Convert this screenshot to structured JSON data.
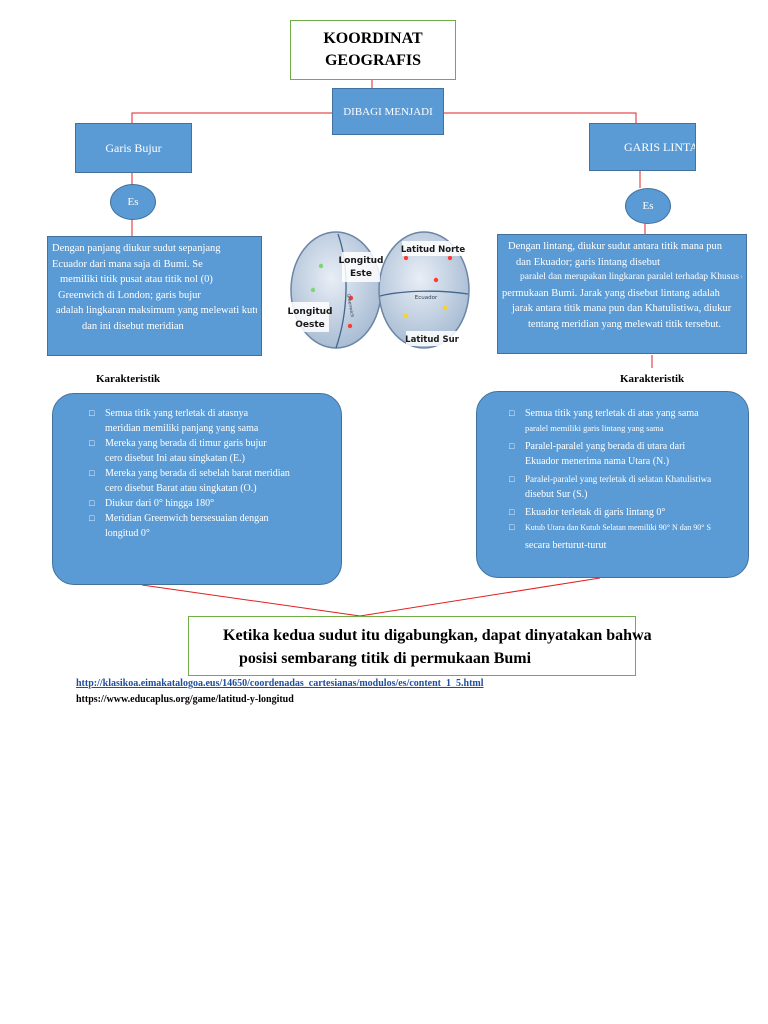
{
  "title": {
    "line1": "KOORDINAT",
    "line2": "GEOGRAFIS"
  },
  "divided": "DIBAGI MENJADI",
  "left": {
    "heading": "Garis Bujur",
    "ellipse": "Es",
    "desc": [
      "Dengan panjang diukur sudut sepanjang",
      "Ecuador dari mana saja di Bumi. Se",
      "memiliki titik pusat atau titik nol (0)",
      "Greenwich di London; garis bujur",
      "adalah lingkaran maksimum yang melewati kutub",
      "dan ini disebut meridian"
    ],
    "karakteristik": "Karakteristik",
    "items": [
      [
        "Semua titik yang terletak di atasnya",
        "meridian memiliki panjang yang sama"
      ],
      [
        "Mereka yang berada di timur garis bujur",
        "cero disebut Ini atau singkatan (E.)"
      ],
      [
        "Mereka yang berada di sebelah barat meridian",
        "cero disebut Barat atau singkatan (O.)"
      ],
      [
        "Diukur dari 0° hingga 180°"
      ],
      [
        "Meridian Greenwich bersesuaian dengan",
        "longitud 0°"
      ]
    ]
  },
  "right": {
    "heading": "GARIS LINTANG",
    "ellipse": "Es",
    "desc": [
      "Dengan lintang, diukur sudut antara titik mana pun",
      "dan Ekuador; garis lintang disebut",
      "paralel dan merupakan lingkaran paralel terhadap Khusus di",
      "permukaan Bumi. Jarak yang disebut lintang adalah",
      "jarak antara titik mana pun dan Khatulistiwa, diukur",
      "tentang meridian yang melewati titik tersebut."
    ],
    "karakteristik": "Karakteristik",
    "items": [
      [
        "Semua titik yang terletak di atas yang sama",
        "paralel memiliki garis lintang yang sama"
      ],
      [
        "Paralel-paralel yang berada di utara dari",
        "Ekuador menerima nama Utara (N.)"
      ],
      [
        "Paralel-paralel yang terletak di selatan Khatulistiwa",
        "disebut Sur (S.)"
      ],
      [
        "Ekuador terletak di garis lintang 0°"
      ],
      [
        "Kutub Utara dan Kutub Selatan memiliki 90° N dan 90° S",
        "secara berturut-turut"
      ]
    ]
  },
  "globe": {
    "longitud_este": [
      "Longitud",
      "Este"
    ],
    "longitud_oeste": [
      "Longitud",
      "Oeste"
    ],
    "greenwich": "Greenwich",
    "latitud_norte": "Latitud Norte",
    "latitud_sur": "Latitud Sur",
    "ecuador": "Ecuador"
  },
  "conclusion": {
    "line1": "Ketika kedua sudut itu digabungkan, dapat dinyatakan bahwa",
    "line2": "posisi sembarang titik di permukaan Bumi"
  },
  "links": {
    "link1": "http://klasikoa.eimakatalogoa.eus/14650/coordenadas_cartesianas/modulos/es/content_1_5.html",
    "link2": "https://www.educaplus.org/game/latitud-y-longitud"
  },
  "colors": {
    "box_blue": "#5b9bd5",
    "box_border": "#41719c",
    "connector": "#e02020",
    "title_border": "#70ad47"
  }
}
